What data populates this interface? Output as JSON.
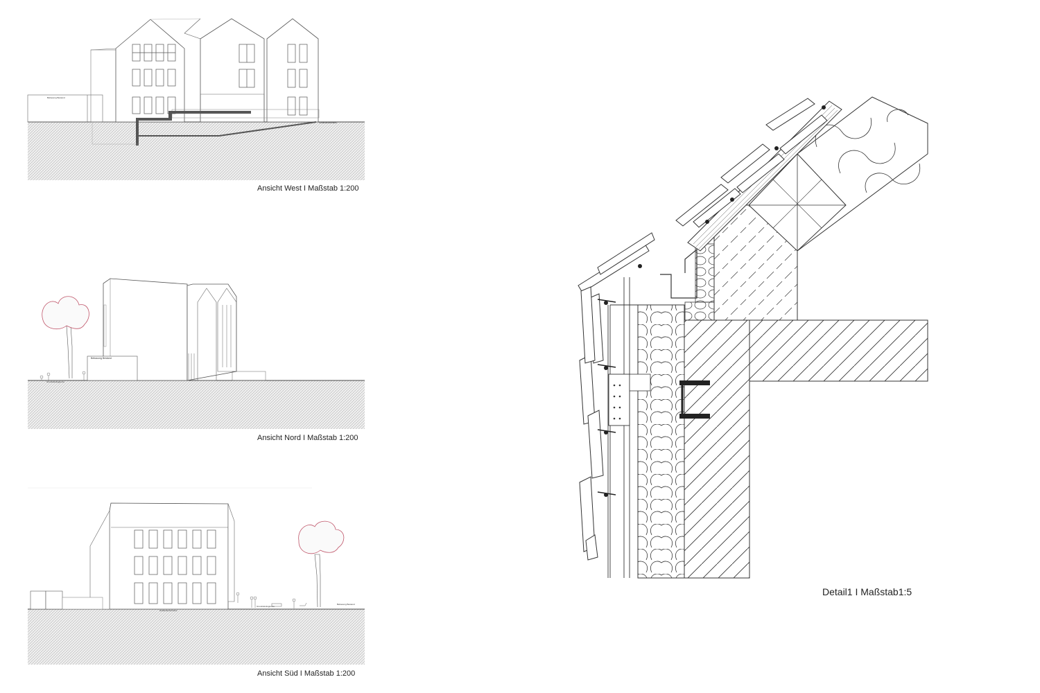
{
  "captions": {
    "west": "Ansicht West I  Maßstab 1:200",
    "nord": "Ansicht Nord I  Maßstab 1:200",
    "sued": "Ansicht Süd I  Maßstab 1:200",
    "detail": "Detail1 I Maßstab1:5"
  },
  "colors": {
    "line": "#4a4a4a",
    "ground_hatch": "#bdbdbd",
    "tree_outline": "#c0566a",
    "slab": "#555555"
  }
}
